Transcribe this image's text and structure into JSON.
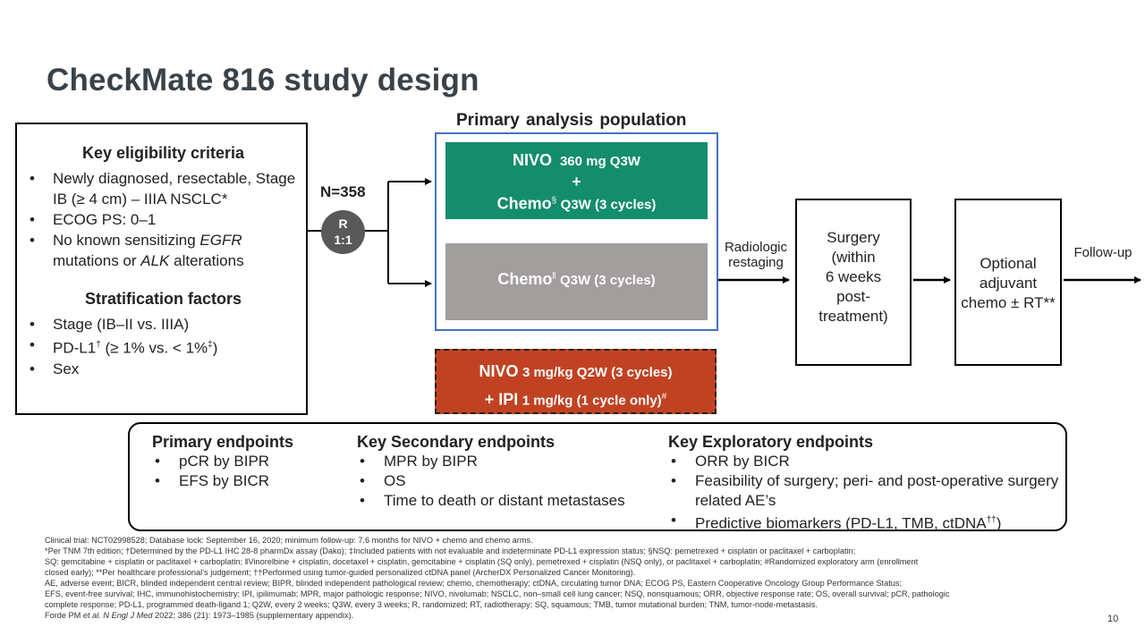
{
  "title": "CheckMate 816 study design",
  "eligibility": {
    "heading": "Key eligibility criteria",
    "items": [
      "Newly diagnosed, resectable, Stage IB (≥ 4 cm) – IIIA NSCLC*",
      "ECOG PS: 0–1"
    ],
    "item3": {
      "a": "No known sensitizing ",
      "b": "EGFR",
      "c": " mutations or ",
      "d": "ALK",
      "e": " alterations"
    },
    "strat_heading": "Stratification factors",
    "strat_item1": "Stage (IB–II vs. IIIA)",
    "strat_item2": {
      "a": "PD-L1",
      "b": "†",
      "c": " (≥ 1% vs. < 1%",
      "d": "‡",
      "e": ")"
    },
    "strat_item3": "Sex"
  },
  "randomization": {
    "n": "N=358",
    "r": "R",
    "ratio": "1:1"
  },
  "population_title": "Primary analysis population",
  "arms": {
    "nivo": {
      "drug": "NIVO",
      "dose": "360 mg Q3W",
      "plus": "+",
      "chemo": "Chemo",
      "chemo_sup": "§",
      "chemo_dose": "Q3W (3 cycles)"
    },
    "chemo": {
      "chemo": "Chemo",
      "chemo_sup": "ǁ",
      "chemo_dose": "Q3W (3 cycles)"
    },
    "ipi": {
      "drug": "NIVO",
      "dose": "3 mg/kg Q2W (3 cycles)",
      "plus_ipi": "+ IPI",
      "ipi_dose": "1 mg/kg (1 cycle only)",
      "ipi_sup": "#"
    }
  },
  "flow": {
    "restaging_1": "Radiologic",
    "restaging_2": "restaging",
    "surgery": [
      "Surgery",
      "(within",
      "6 weeks",
      "post-",
      "treatment)"
    ],
    "adjuvant": [
      "Optional",
      "adjuvant",
      "chemo ± RT**"
    ],
    "followup": "Follow-up"
  },
  "endpoints": {
    "primary": {
      "heading": "Primary endpoints",
      "items": [
        "pCR by BIPR",
        "EFS by BICR"
      ]
    },
    "secondary": {
      "heading": "Key Secondary endpoints",
      "items": [
        "MPR by BIPR",
        "OS",
        "Time to death or distant metastases"
      ]
    },
    "exploratory": {
      "heading": "Key Exploratory endpoints",
      "items": [
        "ORR by BICR",
        "Feasibility of surgery; peri- and post-operative surgery related AE’s"
      ],
      "item3": {
        "a": "Predictive biomarkers (PD-L1, TMB, ctDNA",
        "b": "††",
        "c": ")"
      }
    }
  },
  "footnotes": [
    "Clinical trial: NCT02998528; Database lock: September 16, 2020; minimum follow-up: 7.6 months for NIVO + chemo and chemo arms.",
    "*Per TNM 7th edition; †Determined by the PD-L1 IHC 28-8 pharmDx assay (Dako); ‡Included patients with not evaluable and indeterminate PD-L1 expression status; §NSQ: pemetrexed + cisplatin or paclitaxel + carboplatin;",
    "SQ: gemcitabine + cisplatin or paclitaxel + carboplatin; ǁVinorelbine + cisplatin, docetaxel + cisplatin, gemcitabine + cisplatin (SQ only), pemetrexed + cisplatin (NSQ only), or paclitaxel + carboplatin; #Randomized exploratory arm (enrollment",
    "closed early); **Per healthcare professional’s judgement; ††Performed using tumor-guided personalized ctDNA panel (ArcherDX Personalized Cancer Monitoring).",
    "AE, adverse event; BICR, blinded independent central review; BIPR, blinded independent pathological review; chemo, chemotherapy; ctDNA, circulating tumor DNA; ECOG PS, Eastern Cooperative Oncology Group Performance Status;",
    "EFS, event-free survival; IHC, immunohistochemistry; IPI, ipilimumab; MPR, major pathologic response; NIVO, nivolumab; NSCLC, non–small cell lung cancer; NSQ, nonsquamous; ORR, objective response rate; OS, overall survival; pCR, pathologic",
    "complete response; PD-L1, programmed death-ligand 1; Q2W, every 2 weeks; Q3W, every 3 weeks; R, randomized; RT, radiotherapy; SQ, squamous; TMB, tumor mutational burden; TNM, tumor-node-metastasis."
  ],
  "citation": {
    "a": "Forde PM ",
    "b": "et al.",
    "c": " ",
    "d": "N Engl J Med",
    "e": " 2022; 386 (21): 1973–1985 (supplementary appendix)."
  },
  "page_number": "10"
}
